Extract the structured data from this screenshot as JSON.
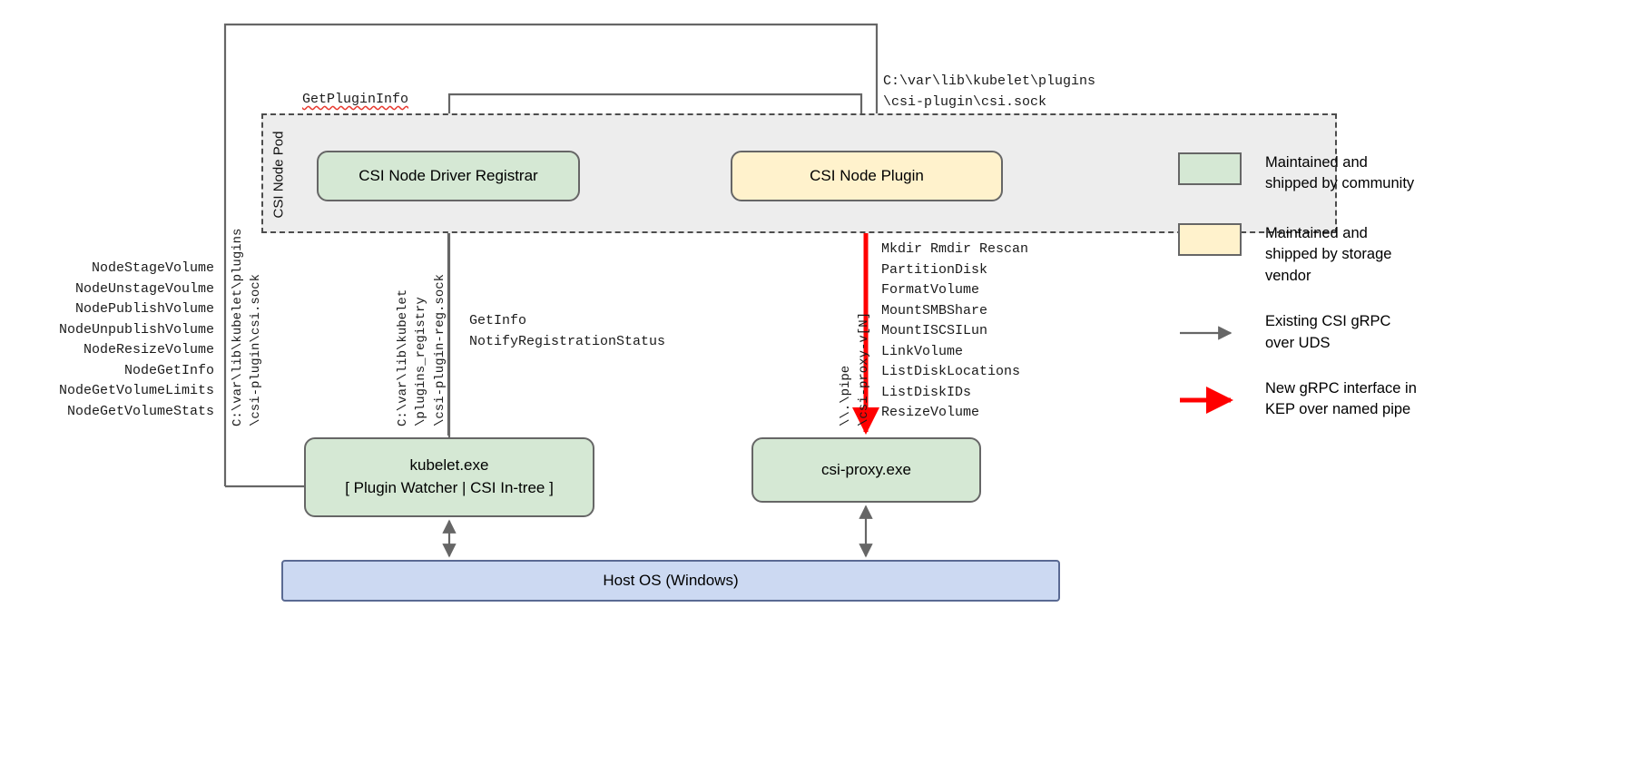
{
  "diagram": {
    "pod": {
      "label": "CSI Node Pod"
    },
    "boxes": {
      "registrar": "CSI Node Driver Registrar",
      "node_plugin": "CSI Node Plugin",
      "kubelet_line1": "kubelet.exe",
      "kubelet_line2": "[ Plugin Watcher | CSI In-tree ]",
      "csi_proxy": "csi-proxy.exe",
      "host_os": "Host OS (Windows)"
    },
    "labels": {
      "get_plugin_info": "GetPluginInfo",
      "plugin_socket_path": "C:\\var\\lib\\kubelet\\plugins\n\\csi-plugin\\csi.sock",
      "registration_calls": "GetInfo\nNotifyRegistrationStatus",
      "csi_sock_vertical": "C:\\var\\lib\\kubelet\\plugins\n\\csi-plugin\\csi.sock",
      "reg_sock_vertical": "C:\\var\\lib\\kubelet\n\\plugins_registry\n\\csi-plugin-reg.sock",
      "named_pipe_vertical": "\\\\.\\pipe\n\\csi-proxy-v[N]"
    },
    "node_operations": [
      "NodeStageVolume",
      "NodeUnstageVoulme",
      "NodePublishVolume",
      "NodeUnpublishVolume",
      "NodeResizeVolume",
      "NodeGetInfo",
      "NodeGetVolumeLimits",
      "NodeGetVolumeStats"
    ],
    "csi_proxy_api": [
      "Mkdir Rmdir Rescan",
      "PartitionDisk",
      "FormatVolume",
      "MountSMBShare",
      "MountISCSILun",
      "LinkVolume",
      "ListDiskLocations",
      "ListDiskIDs",
      "ResizeVolume"
    ]
  },
  "legend": {
    "items": [
      {
        "kind": "swatch",
        "color": "#d5e8d4",
        "text": "Maintained and shipped by community"
      },
      {
        "kind": "swatch",
        "color": "#fff2cc",
        "text": "Maintained and shipped by storage vendor"
      },
      {
        "kind": "arrow",
        "color": "#666666",
        "text": "Existing CSI gRPC over UDS"
      },
      {
        "kind": "arrow",
        "color": "#ff0000",
        "text": "New gRPC interface in KEP over named pipe"
      }
    ]
  },
  "colors": {
    "community_green": "#d5e8d4",
    "vendor_yellow": "#fff2cc",
    "host_blue": "#ccd9f2",
    "pod_grey": "#ededed",
    "line_grey": "#666666",
    "new_grpc_red": "#ff0000"
  }
}
